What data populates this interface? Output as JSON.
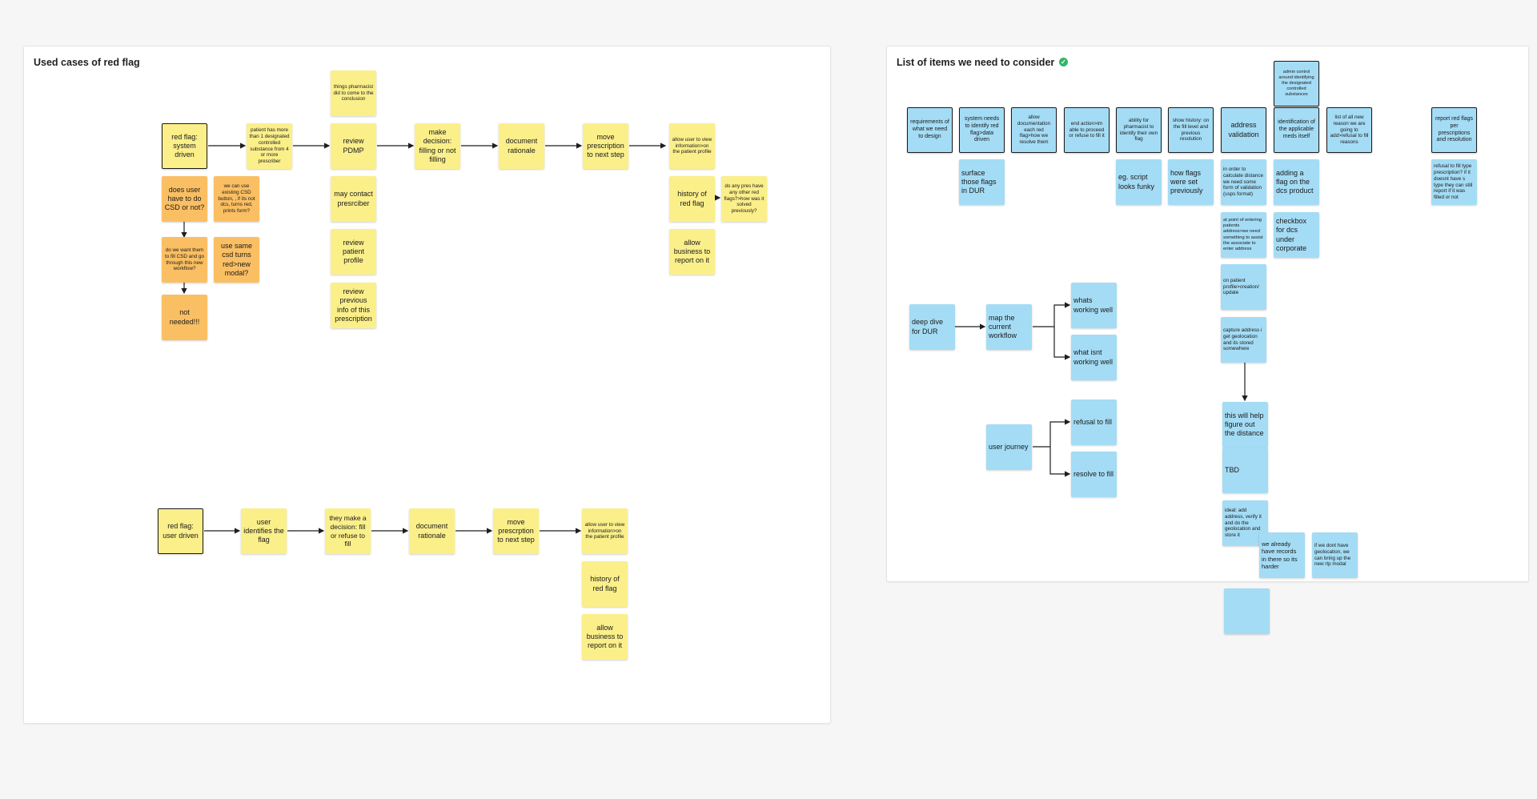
{
  "frames": {
    "left_title": "Used cases of red flag",
    "right_title": "List of items we need to consider"
  },
  "notes": {
    "sys_root": "red flag: system driven",
    "patient_more": "patient has more than 1 designated controlled substance from 4 or more prescriber",
    "things_pharm": "things pharmacist did to come to the conclusion",
    "review_pdmp": "review PDMP",
    "may_contact": "may contact presrciber",
    "review_profile": "review patient profile",
    "review_prev": "review previous info of this prescription",
    "make_decision": "make decision: filling or not filling",
    "doc_rationale1": "document rationale",
    "move_presc1": "move prescription to next step",
    "allow_view1": "allow user to view information>on the patient profile",
    "history1": "history of red flag",
    "other_pres": "do any pres have any other red flags?>how was it solved previously?",
    "allow_business1": "allow business to report on it",
    "does_user": "does user have to do CSD or not?",
    "existing_csd": "we can use existing CSD button, , if its not dcs, turns red, prints form?",
    "do_we_want": "do we want them to fill CSD and go through this new workflow?",
    "use_same": "use same csd turns red>new modal?",
    "not_needed": "not needed!!!",
    "user_root": "red flag: user driven",
    "user_identifies": "user identifies the flag",
    "they_make": "they make a decision: fill or refuse to fill",
    "doc_rationale2": "document rationale",
    "move_presc2": "move prescrption to next step",
    "allow_view2": "allow user to view information>on the patient profile",
    "history2": "history of red flag",
    "allow_business2": "allow business to report on it",
    "req_design": "requirements of what we need to design",
    "sys_needs": "system needs to identify red flag>data driven",
    "allow_doc": "allow documentation each red flag>how we resolve them",
    "end_action": "end action>im able to proceed or refuse to fill it",
    "ability_pharm": "ability for pharmacist to identify their own flag",
    "show_history": "show history: on the fill level and previous resolution",
    "addr_validation": "address validation",
    "ident_meds": "identification of the applicable meds itself",
    "list_new_reason": "list of all new reason we are going to add>refusal to fill reasons",
    "report_red": "report red flags per prescriptions and resolution",
    "admin_control": "admin control around identifying the designated controlled substances",
    "surface_flags": "surface those flags in DUR",
    "eg_script": "eg. script looks funky",
    "how_flags": "how flags were set previously",
    "calc_distance": "in order to calculate distance we need some form of validation (usps format)",
    "adding_flag": "adding a flag on the dcs product",
    "refusal_type": "refusal to fill type prescription? if it doesnt have s type they can still report if it was filled or not",
    "point_entering": "at point of entering patients address>we need something to assist the associate to enter address",
    "checkbox_dcs": "checkbox for dcs under corporate",
    "on_profile": "on patient profile>creation/ update",
    "capture_addr": "capture address i get geolocation and its stored somewhere",
    "deep_dive": "deep dive for DUR",
    "map_workflow": "map the current workflow",
    "whats_working": "whats working well",
    "what_isnt": "what isnt working well",
    "user_journey": "user journey",
    "refusal_fill": "refusal to fill",
    "resolve_fill": "resolve to fill",
    "help_figure": "this will help figure out the distance",
    "tbd": "TBD",
    "ideal_add": "ideal: add address, verify it and do the geolocation and store it",
    "already_records": "we already have records in there so its harder",
    "dont_have_geo": "if we dont have geolocation, we can bring up the new rtp modal",
    "empty_note": ""
  },
  "colors": {
    "yellow": "#fbef8a",
    "orange": "#fbbf63",
    "blue": "#a4dcf5",
    "check": "#31b56a"
  },
  "icons": {
    "title_status": "check-circle-icon"
  }
}
